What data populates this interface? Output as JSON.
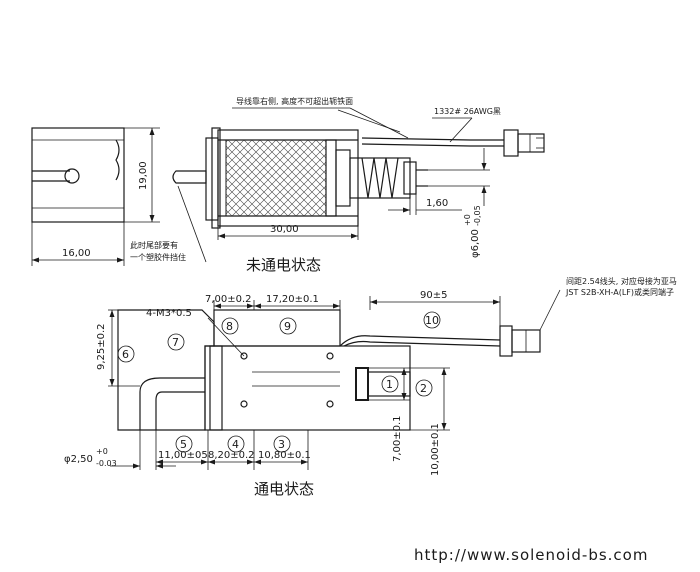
{
  "top_view": {
    "dims": {
      "width": "16,00",
      "height": "19,00",
      "length": "30,00",
      "gap": "1,60",
      "diameter": "φ6,00",
      "diameter_tol_plus": "+0",
      "diameter_tol_minus": "-0,05"
    },
    "notes": {
      "wire_note": "导线靠右侧, 高度不可超出轭铁面",
      "wire_spec": "1332# 26AWG黑",
      "tail_note_line1": "此时尾部要有",
      "tail_note_line2": "一个塑胶件挡住"
    },
    "caption": "未通电状态"
  },
  "bottom_view": {
    "dims": {
      "screw": "4-M3*0.5",
      "d8": "7,00±0.2",
      "d9": "17,20±0.1",
      "wire_len": "90±5",
      "height": "9,25±0.2",
      "pin_dia": "φ2,50",
      "pin_tol_plus": "+0",
      "pin_tol_minus": "-0.03",
      "d5": "11,00±05",
      "d4": "8,20±0.2",
      "d3": "10,80±0.1",
      "d1": "7,00±0.1",
      "d2": "10,00±0.1"
    },
    "marks": {
      "m1": "1",
      "m2": "2",
      "m3": "3",
      "m4": "4",
      "m5": "5",
      "m6": "6",
      "m7": "7",
      "m8": "8",
      "m9": "9",
      "m10": "10"
    },
    "notes": {
      "connector_line1": "间距2.54线头, 对应母接为亚马",
      "connector_line2": "JST S2B-XH-A(LF)或类同端子"
    },
    "caption": "通电状态"
  },
  "footer": {
    "url": "http://www.solenoid-bs.com"
  }
}
